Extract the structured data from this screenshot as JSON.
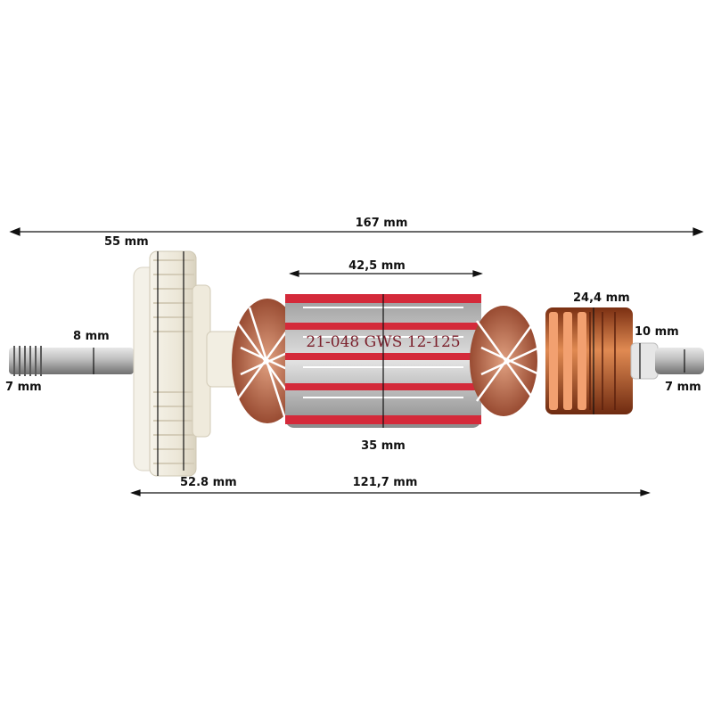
{
  "product": {
    "stamp_text": "21-048 GWS 12-125"
  },
  "dimensions": {
    "overall_length": "167 mm",
    "fan_diameter": "55 mm",
    "fan_inner_diameter": "52.8 mm",
    "shaft_left_diameter": "8 mm",
    "thread_diameter": "7 mm",
    "core_length": "42,5 mm",
    "core_diameter": "35 mm",
    "commutator_diameter": "24,4 mm",
    "shaft_right_diameter": "10 mm",
    "shaft_right_end_diameter": "7 mm",
    "bearing_span": "121,7 mm"
  },
  "colors": {
    "dimension_line": "#111111",
    "fan": "#f3f0e6",
    "shaft": "#b8b8b8",
    "copper": "#c0622b",
    "lamination": "#cfcfcf",
    "insulation": "#d42a3a"
  }
}
